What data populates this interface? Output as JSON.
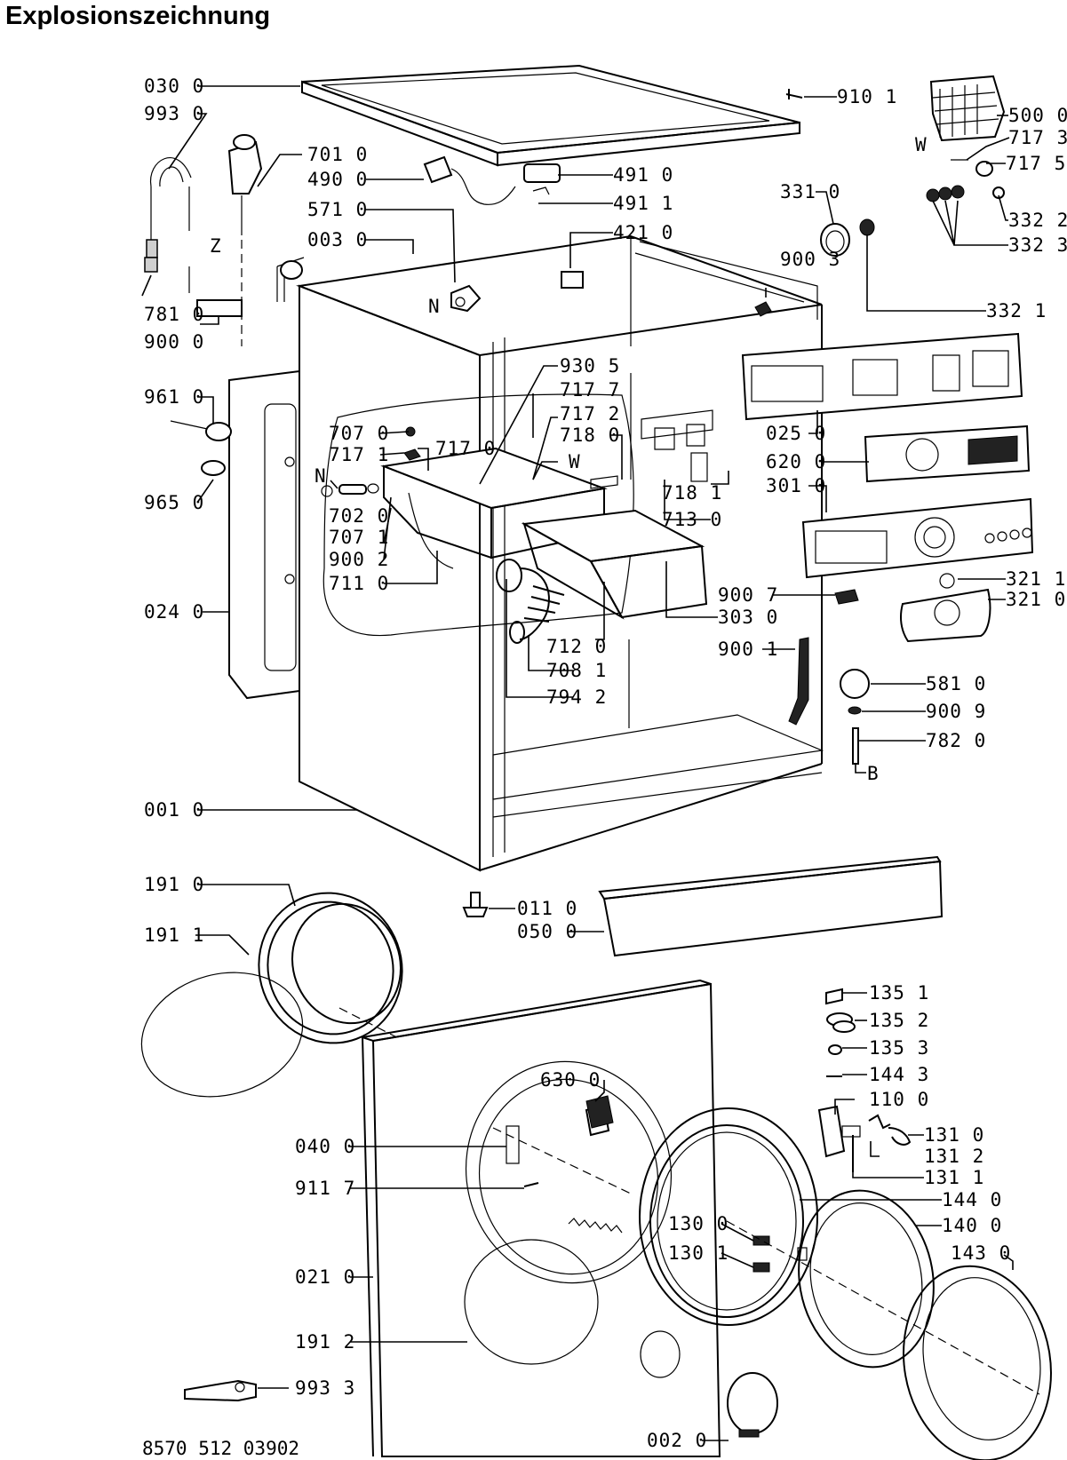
{
  "title": "Explosionszeichnung",
  "doc_number": "8570 512 03902",
  "letters": [
    "Z",
    "N",
    "N",
    "W",
    "W",
    "B"
  ],
  "labels": [
    "030 0",
    "993 0",
    "701 0",
    "490 0",
    "571 0",
    "003 0",
    "491 0",
    "491 1",
    "421 0",
    "910 1",
    "500 0",
    "717 3",
    "717 5",
    "331 0",
    "332 2",
    "332 3",
    "332 1",
    "900 3",
    "781 0",
    "900 0",
    "961 0",
    "965 0",
    "707 0",
    "717 1",
    "717 0",
    "930 5",
    "717 7",
    "717 2",
    "718 0",
    "702 0",
    "707 1",
    "900 2",
    "711 0",
    "718 1",
    "713 0",
    "025 0",
    "620 0",
    "301 0",
    "321 1",
    "321 0",
    "900 7",
    "303 0",
    "024 0",
    "712 0",
    "708 1",
    "794 2",
    "900 1",
    "581 0",
    "900 9",
    "782 0",
    "001 0",
    "191 0",
    "011 0",
    "050 0",
    "191 1",
    "135 1",
    "135 2",
    "135 3",
    "144 3",
    "110 0",
    "630 0",
    "040 0",
    "131 0",
    "131 2",
    "131 1",
    "911 7",
    "130 0",
    "144 0",
    "130 1",
    "140 0",
    "143 0",
    "021 0",
    "191 2",
    "993 3",
    "002 0"
  ]
}
